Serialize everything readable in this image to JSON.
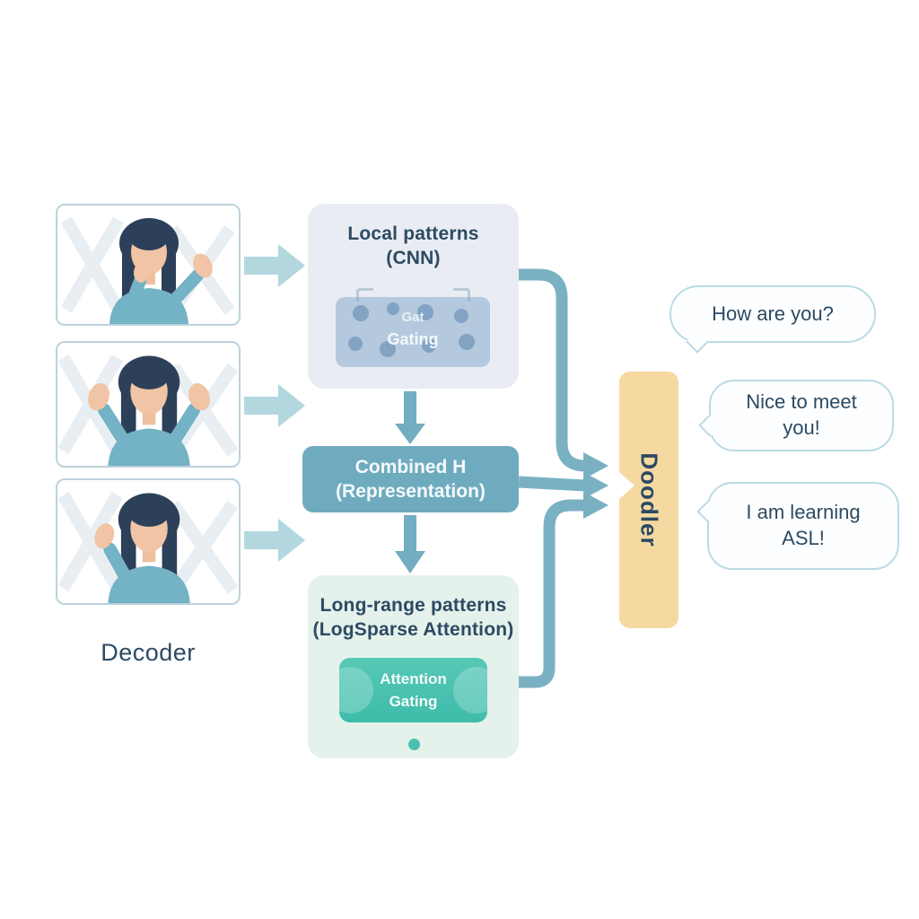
{
  "frames_section": {
    "decoder_label": "Decoder"
  },
  "local_box": {
    "title1": "Local patterns",
    "title2": "(CNN)",
    "inner1": "Gat",
    "inner2": "Gating"
  },
  "combined_box": {
    "line1": "Combined H",
    "line2": "(Representation)"
  },
  "longrange_box": {
    "title1": "Long-range patterns",
    "title2": "(LogSparse Attention)",
    "inner1": "Attention",
    "inner2": "Gating"
  },
  "decoder_bar": {
    "label": "Doodler"
  },
  "bubbles": [
    {
      "text": "How are you?"
    },
    {
      "text": "Nice to meet you!"
    },
    {
      "text": "I am learning ASL!"
    }
  ],
  "colors": {
    "connector_teal": "#79b1c3",
    "light_arrow_teal": "#b2d7df",
    "combined_fill": "#6fabbf",
    "local_fill": "#e9edf3",
    "longrange_fill": "#e5f1eb",
    "attention_fill": "#49c2b1",
    "decoder_bar_fill": "#f6d9a1",
    "bubble_border": "#b9dbe4",
    "text_dark": "#2c4a63"
  }
}
